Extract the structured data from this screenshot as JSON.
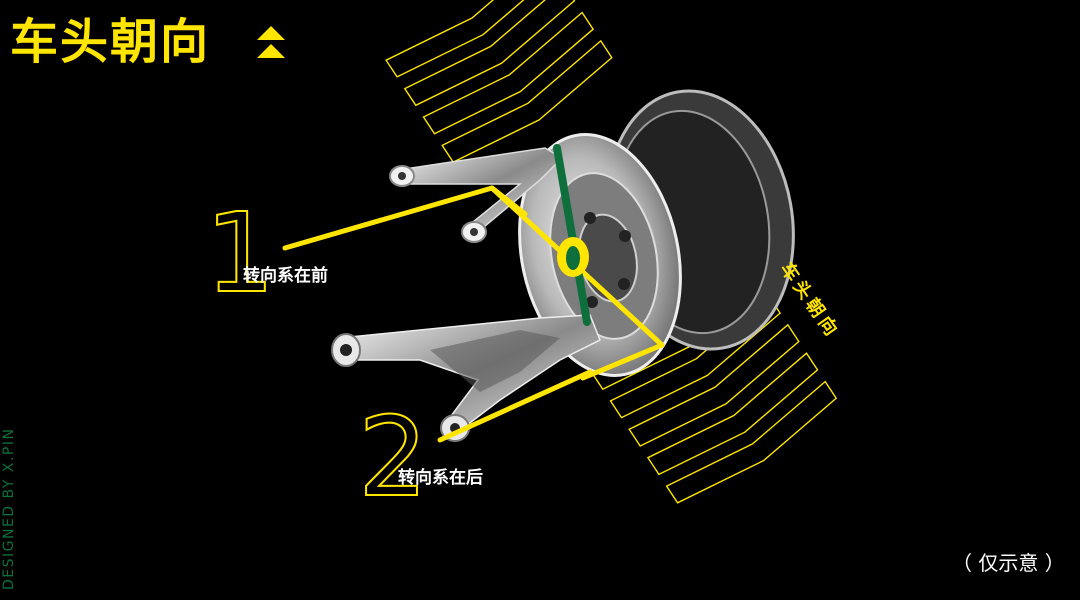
{
  "title": "车头朝向",
  "arrow_label": "车头朝向",
  "labels": [
    {
      "number": "1",
      "text": "转向系在前"
    },
    {
      "number": "2",
      "text": "转向系在后"
    }
  ],
  "credit": "DESIGNED BY X.PIN",
  "note": "（ 仅示意 ）",
  "colors": {
    "accent": "#ffe500",
    "steering_axis": "#0f6f3c",
    "background": "#000000",
    "text": "#ffffff"
  },
  "icons": [
    "triangle-up-icon"
  ]
}
